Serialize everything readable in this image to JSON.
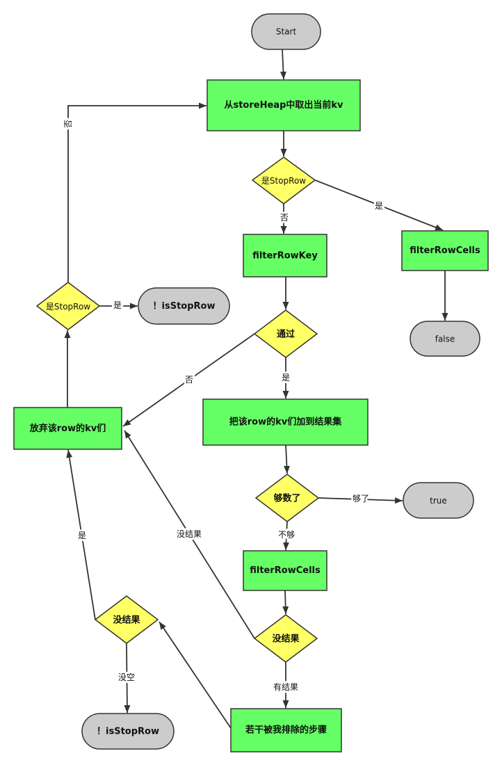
{
  "nodes": {
    "start": "Start",
    "take_current_kv": "从storeHeap中取出当前kv",
    "is_stop_row_top": "是StopRow",
    "filter_row_key": "filterRowKey",
    "filter_row_cells_right": "filterRowCells",
    "false_end": "false",
    "passed": "通过",
    "add_to_result_set": "把该row的kv们加到结果集",
    "enough": "够数了",
    "true_end": "true",
    "filter_row_cells_middle": "filterRowCells",
    "no_result_middle": "没结果",
    "excluded_steps": "若干被我排除的步骤",
    "no_result_left": "没结果",
    "not_is_stop_row_bottom": "！isStopRow",
    "discard_row_kvs": "放弃该row的kv们",
    "is_stop_row_left": "是StopRow",
    "not_is_stop_row_top": "！isStopRow"
  },
  "edge_labels": {
    "stop_row_yes": "是",
    "stop_row_no": "否",
    "passed_no": "否",
    "passed_yes": "是",
    "enough_yes": "够了",
    "not_enough": "不够",
    "middle_no_result": "没结果",
    "has_result": "有结果",
    "left_no_result_yes": "是",
    "not_empty": "没空",
    "left_stop_row_yes": "是",
    "left_stop_row_no": "否"
  },
  "colors": {
    "process": "#66ff66",
    "decision": "#ffff66",
    "terminal": "#cccccc",
    "stroke": "#333333"
  }
}
